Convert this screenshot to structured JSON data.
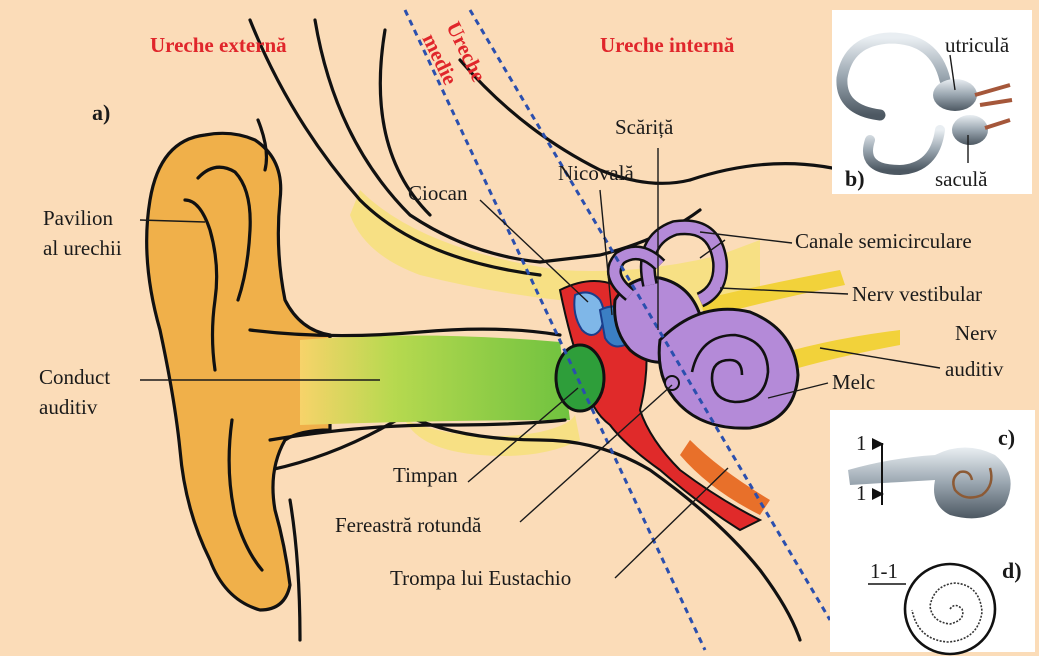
{
  "zones": {
    "outer": "Ureche externă",
    "middle_line1": "Ureche",
    "middle_line2": "medie",
    "inner": "Ureche internă"
  },
  "panels": {
    "a": "a)",
    "b": "b)",
    "c": "c)",
    "d": "d)"
  },
  "labels": {
    "pavilion_1": "Pavilion",
    "pavilion_2": "al urechii",
    "conduct_1": "Conduct",
    "conduct_2": "auditiv",
    "ciocan": "Ciocan",
    "nicovala": "Nicovală",
    "scarita": "Scăriță",
    "canale": "Canale semicirculare",
    "nerv_vestibular": "Nerv vestibular",
    "nerv_auditiv_1": "Nerv",
    "nerv_auditiv_2": "auditiv",
    "melc": "Melc",
    "timpan": "Timpan",
    "fereastra": "Fereastră rotundă",
    "trompa": "Trompa lui Eustachio",
    "utricula": "utriculă",
    "sacula": "saculă"
  },
  "section_marks": {
    "top": "1",
    "bottom": "1",
    "cut": "1-1"
  },
  "colors": {
    "background": "#fbdcb8",
    "panel_bg": "#ffffff",
    "zone_text": "#e0262b",
    "pinna": "#f0b04a",
    "canal_green": "#8fd14f",
    "canal_yellow": "#f8e26a",
    "eardrum": "#2e9e3a",
    "middle_ear": "#e02a2a",
    "ossicles": "#3b7fc4",
    "inner_ear": "#b48ad8",
    "divider": "#2b4fae"
  }
}
